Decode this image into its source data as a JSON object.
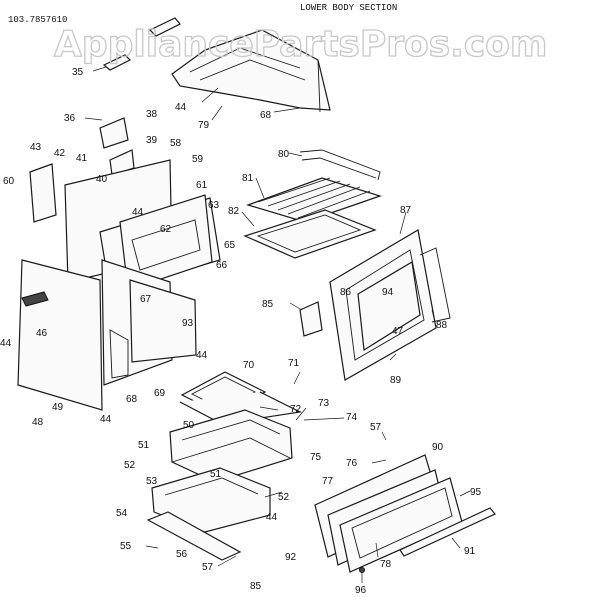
{
  "header": {
    "model_number": "103.7857610",
    "section_title": "LOWER BODY SECTION"
  },
  "watermark": {
    "text": "AppliancePartsPros.com"
  },
  "footer": {
    "page_number": "85"
  },
  "callouts": [
    {
      "id": "c35",
      "text": "35"
    },
    {
      "id": "c44a",
      "text": "44"
    },
    {
      "id": "c79",
      "text": "79"
    },
    {
      "id": "c68a",
      "text": "68"
    },
    {
      "id": "c36",
      "text": "36"
    },
    {
      "id": "c38",
      "text": "38"
    },
    {
      "id": "c39",
      "text": "39"
    },
    {
      "id": "c58",
      "text": "58"
    },
    {
      "id": "c43",
      "text": "43"
    },
    {
      "id": "c42",
      "text": "42"
    },
    {
      "id": "c41",
      "text": "41"
    },
    {
      "id": "c40",
      "text": "40"
    },
    {
      "id": "c59",
      "text": "59"
    },
    {
      "id": "c60",
      "text": "60"
    },
    {
      "id": "c44b",
      "text": "44"
    },
    {
      "id": "c61",
      "text": "61"
    },
    {
      "id": "c63",
      "text": "63"
    },
    {
      "id": "c62",
      "text": "62"
    },
    {
      "id": "c65",
      "text": "65"
    },
    {
      "id": "c66",
      "text": "66"
    },
    {
      "id": "c80",
      "text": "80"
    },
    {
      "id": "c81",
      "text": "81"
    },
    {
      "id": "c82",
      "text": "82"
    },
    {
      "id": "c87",
      "text": "87"
    },
    {
      "id": "c86",
      "text": "86"
    },
    {
      "id": "c94",
      "text": "94"
    },
    {
      "id": "c85",
      "text": "85"
    },
    {
      "id": "c88",
      "text": "88"
    },
    {
      "id": "c47",
      "text": "47"
    },
    {
      "id": "c89",
      "text": "89"
    },
    {
      "id": "c46",
      "text": "46"
    },
    {
      "id": "c67",
      "text": "67"
    },
    {
      "id": "c93",
      "text": "93"
    },
    {
      "id": "c44c",
      "text": "44"
    },
    {
      "id": "c44d",
      "text": "44"
    },
    {
      "id": "c70",
      "text": "70"
    },
    {
      "id": "c71",
      "text": "71"
    },
    {
      "id": "c68b",
      "text": "68"
    },
    {
      "id": "c69",
      "text": "69"
    },
    {
      "id": "c49",
      "text": "49"
    },
    {
      "id": "c48",
      "text": "48"
    },
    {
      "id": "c44e",
      "text": "44"
    },
    {
      "id": "c72",
      "text": "72"
    },
    {
      "id": "c73",
      "text": "73"
    },
    {
      "id": "c74",
      "text": "74"
    },
    {
      "id": "c50",
      "text": "50"
    },
    {
      "id": "c51a",
      "text": "51"
    },
    {
      "id": "c52a",
      "text": "52"
    },
    {
      "id": "c75",
      "text": "75"
    },
    {
      "id": "c57a",
      "text": "57"
    },
    {
      "id": "c90",
      "text": "90"
    },
    {
      "id": "c76",
      "text": "76"
    },
    {
      "id": "c53",
      "text": "53"
    },
    {
      "id": "c51b",
      "text": "51"
    },
    {
      "id": "c77",
      "text": "77"
    },
    {
      "id": "c52b",
      "text": "52"
    },
    {
      "id": "c95",
      "text": "95"
    },
    {
      "id": "c54",
      "text": "54"
    },
    {
      "id": "c44f",
      "text": "44"
    },
    {
      "id": "c92",
      "text": "92"
    },
    {
      "id": "c78",
      "text": "78"
    },
    {
      "id": "c91",
      "text": "91"
    },
    {
      "id": "c55",
      "text": "55"
    },
    {
      "id": "c56",
      "text": "56"
    },
    {
      "id": "c57b",
      "text": "57"
    },
    {
      "id": "c96",
      "text": "96"
    }
  ]
}
